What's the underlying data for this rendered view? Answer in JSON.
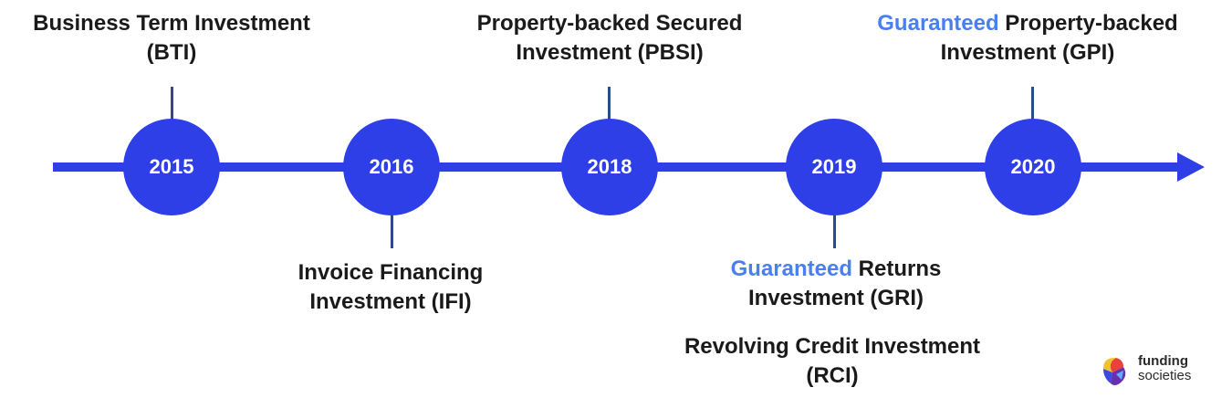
{
  "timeline": {
    "accent_color": "#2f3fe8",
    "highlight_color": "#4a7ff0",
    "milestones": [
      {
        "year": "2015",
        "position": "above",
        "label_highlight": "",
        "label_line1": "Business Term Investment",
        "label_line2": "(BTI)"
      },
      {
        "year": "2016",
        "position": "below",
        "label_highlight": "",
        "label_line1": "Invoice Financing",
        "label_line2": "Investment (IFI)"
      },
      {
        "year": "2018",
        "position": "above",
        "label_highlight": "",
        "label_line1": "Property-backed Secured",
        "label_line2": "Investment (PBSI)"
      },
      {
        "year": "2019",
        "position": "below",
        "label_highlight": "Guaranteed",
        "label_line1": " Returns",
        "label_line2": "Investment (GRI)",
        "extra_line1": "Revolving Credit Investment",
        "extra_line2": "(RCI)"
      },
      {
        "year": "2020",
        "position": "above",
        "label_highlight": "Guaranteed",
        "label_line1": " Property-backed",
        "label_line2": "Investment (GPI)"
      }
    ]
  },
  "logo": {
    "line1": "funding",
    "line2": "societies",
    "icon": "funding-societies-logo-mark"
  }
}
